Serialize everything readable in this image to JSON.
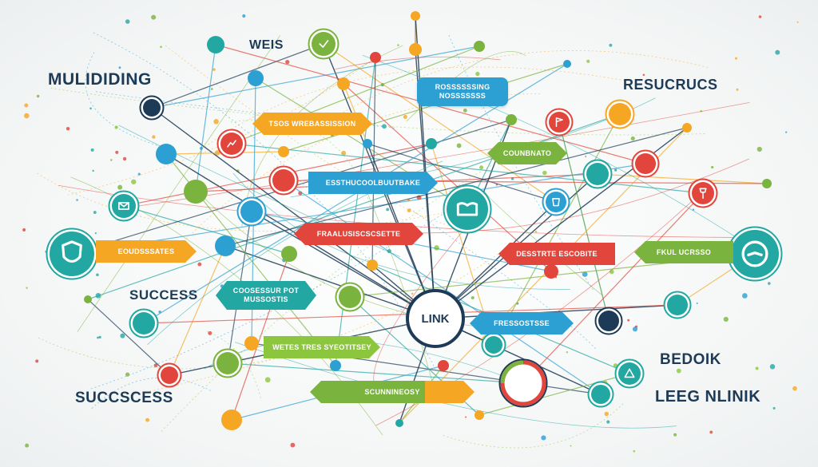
{
  "headings": {
    "muliding": "MULIDIDING",
    "weis": "WEIS",
    "resucrucs": "RESUCRUCS",
    "success": "SUCCESS",
    "succscess": "SUCCSCESS",
    "bedoik": "BEDOIK",
    "leeg_nlinik": "LEEG NLINIK"
  },
  "center": {
    "label": "LINK"
  },
  "tags": {
    "t1": {
      "line1": "ROSSSSSSING",
      "line2": "NOSSSSSSS"
    },
    "t2": "TSOS WREBASSISSION",
    "t3": "COUNBNATO",
    "t4": "ESSTHUCOOLBUUTBAKE",
    "t5": "EOUDSSSATES",
    "t6": "FRAALUSISCSCSETTE",
    "t7": "DESSTRTE ESCOBITE",
    "t8": "FKUL UCRSSO",
    "t9": {
      "line1": "COOSESSUR POT",
      "line2": "MUSSOSTIS"
    },
    "t10": "FRESSOSTSSE",
    "t11": "WETES TRES SYEOTITSEY",
    "t12": "SCUNNINEOSY"
  },
  "colors": {
    "navy": "#1d3b56",
    "teal": "#23a7a3",
    "blue": "#2c9fd3",
    "green": "#7ab33e",
    "orange": "#f5a623",
    "red": "#e2453c",
    "lime": "#8cc63f"
  },
  "icons": [
    "shield-icon",
    "gauge-icon",
    "chart-icon",
    "mail-icon",
    "check-icon",
    "flag-icon",
    "book-icon",
    "warning-icon",
    "cup-icon",
    "pin-icon"
  ]
}
